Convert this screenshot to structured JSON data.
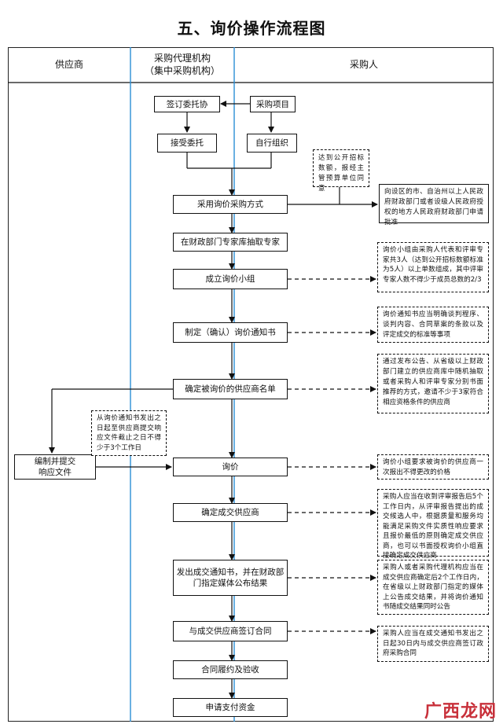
{
  "title": "五、询价操作流程图",
  "columns": {
    "supplier": "供应商",
    "agency_line1": "采购代理机构",
    "agency_line2": "（集中采购机构）",
    "purchaser": "采购人"
  },
  "boxes": {
    "sign_entrust": "签订委托协",
    "project": "采购项目",
    "accept_entrust": "接受委托",
    "self_org": "自行组织",
    "adopt_method": "采用询价采购方式",
    "extract_experts": "在财政部门专家库抽取专家",
    "form_group": "成立询价小组",
    "draft_notice": "制定（确认）询价通知书",
    "determine_suppliers": "确定被询价的供应商名单",
    "prepare_docs_line1": "编制并提交",
    "prepare_docs_line2": "响应文件",
    "inquiry": "询价",
    "determine_winner": "确定成交供应商",
    "issue_notice_line1": "发出成交通知书，并在财政部",
    "issue_notice_line2": "门指定媒体公布结果",
    "sign_contract": "与成交供应商签订合同",
    "acceptance": "合同履约及验收",
    "payment": "申请支付资金"
  },
  "notes": {
    "approval": "达到公开招标数额，报经主管预算单位同意",
    "gov_approval": "向设区的市、自治州以上人民政府财政部门或者设级人民政府授权的地方人民政府财政部门申请批准",
    "group_rule": "询价小组由采购人代表和评审专家共3人（达到公开招标数额标准为5人）以上单数组成，其中评审专家人数不得少于成员总数的2/3",
    "notice_rule": "询价通知书应当明确谈判程序、谈判内容、合同草案的条款以及评定成交的标准等事项",
    "supplier_rule": "通过发布公告、从省级以上财政部门建立的供应商库中随机抽取或者采购人和评审专家分别书面推荐的方式，邀请不少于3家符合相应资格条件的供应商",
    "deadline_rule": "从询价通知书发出之日起至供应商提交响应文件截止之日不得少于3个工作日",
    "quote_rule": "询价小组要求被询价的供应商一次报出不得更改的价格",
    "winner_rule": "采购人应当在收到评审报告后5个工作日内，从评审报告提出的成交候选人中，根据质量和服务均能满足采购文件实质性响应要求且报价最低的原则确定成交供应商，也可以书面授权询价小组直接确定成交供应商",
    "publish_rule": "采购人或者采购代理机构应当在成交供应商确定后2个工作日内，在省级以上财政部门指定的媒体上公告成交结果，并将询价通知书随成交结果同时公告",
    "contract_rule": "采购人应当在成交通知书发出之日起30日内与成交供应商签订政府采购合同"
  },
  "watermark": "广西龙网"
}
